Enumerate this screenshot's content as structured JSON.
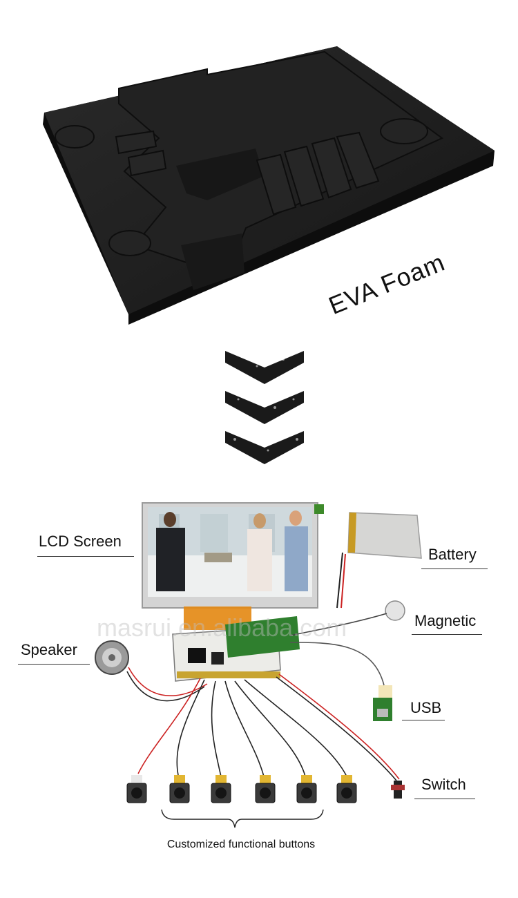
{
  "foam": {
    "label": "EVA Foam",
    "color": "#1b1b1b"
  },
  "arrows": {
    "count": 3,
    "color": "#1a1a1a"
  },
  "hardware": {
    "labels": {
      "lcd": "LCD Screen",
      "battery": "Battery",
      "magnetic": "Magnetic",
      "speaker": "Speaker",
      "usb": "USB",
      "switch": "Switch"
    },
    "buttons_caption": "Customized functional buttons",
    "button_count": 6,
    "watermark": "masrui.en.alibaba.com"
  }
}
